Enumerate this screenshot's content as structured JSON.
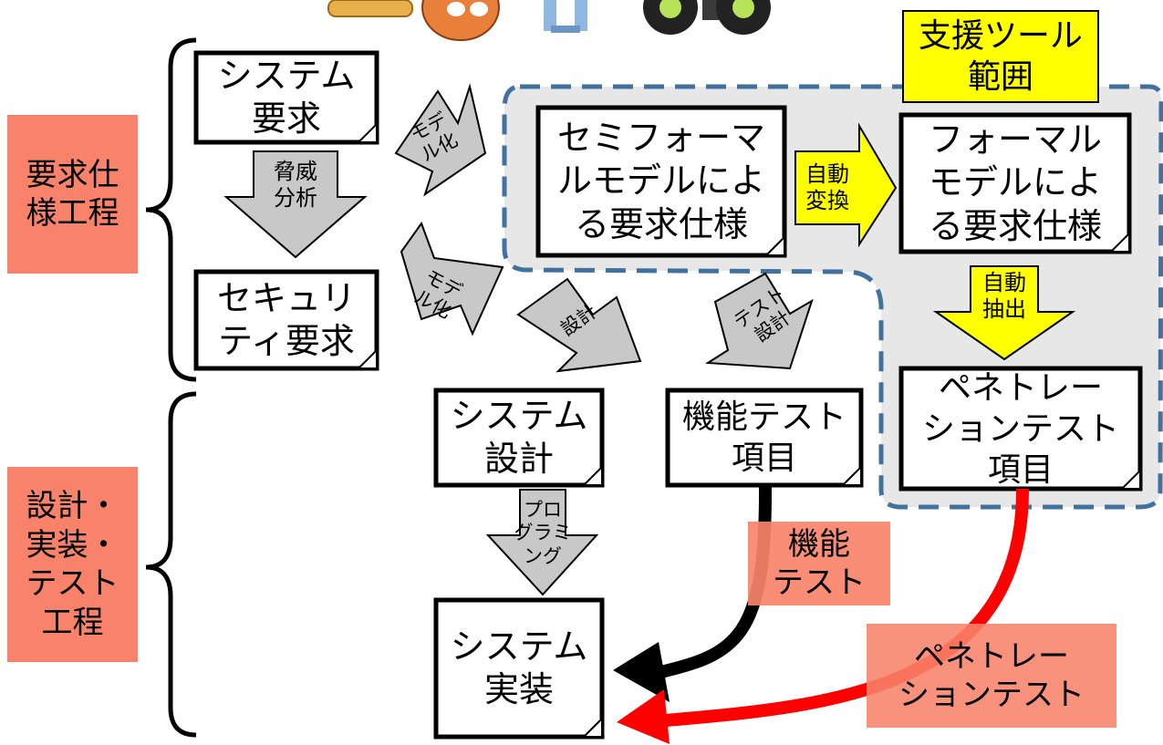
{
  "colors": {
    "phase_bg": "#F8836A",
    "tool_bg": "#FFFF00",
    "scope_fill": "#E7E7E7",
    "scope_border": "#41719C",
    "gray_arrow": "#C8C8C8",
    "black_flow": "#000000",
    "red_flow": "#FF0000"
  },
  "phases": {
    "requirements": "要求仕\n様工程",
    "design_impl_test": "設計・\n実装・\nテスト\n工程"
  },
  "tool_scope_label": "支援ツール\n範囲",
  "documents": {
    "system_requirements": "システム\n要求",
    "security_requirements": "セキュリ\nティ要求",
    "semiformal_spec": "セミフォーマ\nルモデルによ\nる要求仕様",
    "formal_spec": "フォーマル\nモデルによ\nる要求仕様",
    "penetration_test_items": "ペネトレー\nションテスト\n項目",
    "system_design": "システム\n設計",
    "functional_test_items": "機能テスト\n項目",
    "system_implementation": "システム\n実装"
  },
  "arrows": {
    "threat_analysis": "脅威\n分析",
    "modeling_1": "モデ\nル化",
    "modeling_2": "モデ\nル化",
    "auto_convert": "自動\n変換",
    "auto_extract": "自動\n抽出",
    "design": "設計",
    "test_design": "テスト\n設計",
    "programming": "プロ\nグラミ\nング"
  },
  "flows": {
    "functional_test": "機能\nテスト",
    "penetration_test": "ペネトレー\nションテスト"
  }
}
